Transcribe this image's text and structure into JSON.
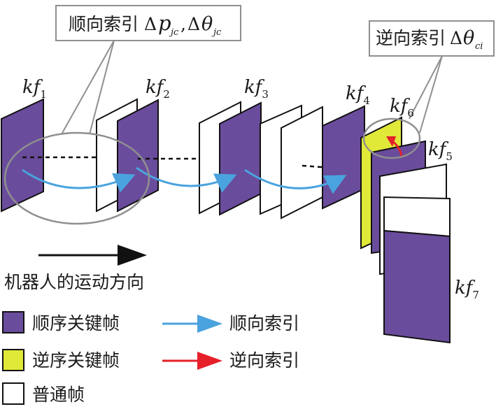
{
  "callouts": {
    "forward": {
      "text": "顺向索引",
      "delta1": "Δ",
      "p": "p",
      "p_sub": "jc",
      "comma": ",",
      "delta2": "Δ",
      "theta": "θ",
      "theta_sub": "jc"
    },
    "reverse": {
      "text": "逆向索引",
      "delta": "Δ",
      "theta": "θ",
      "theta_sub": "ci"
    }
  },
  "frame_labels": [
    {
      "base": "kf",
      "sub": "1"
    },
    {
      "base": "kf",
      "sub": "2"
    },
    {
      "base": "kf",
      "sub": "3"
    },
    {
      "base": "kf",
      "sub": "4"
    },
    {
      "base": "kf",
      "sub": "6"
    },
    {
      "base": "kf",
      "sub": "5"
    },
    {
      "base": "kf",
      "sub": "7"
    }
  ],
  "motion_label": "机器人的运动方向",
  "legend": {
    "sequential_keyframe": "顺序关键帧",
    "reverse_keyframe": "逆序关键帧",
    "normal_frame": "普通帧",
    "forward_index": "顺向索引",
    "reverse_index": "逆向索引"
  },
  "colors": {
    "keyframe": "#6a4c9c",
    "reverse_keyframe": "#e0e838",
    "normal_frame": "#ffffff",
    "forward_arrow": "#4aa3de",
    "reverse_arrow": "#e5202a",
    "callout_line": "#8f8f8f"
  }
}
